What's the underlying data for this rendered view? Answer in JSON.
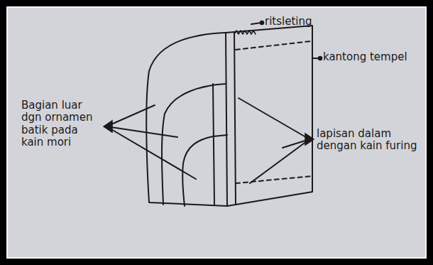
{
  "diagram": {
    "labels": [
      "ritsleting",
      "kantong tempel",
      "Bagian luar dgn ornamen batik pada kain mori",
      "lapisan dalam dengan kain furing"
    ]
  }
}
